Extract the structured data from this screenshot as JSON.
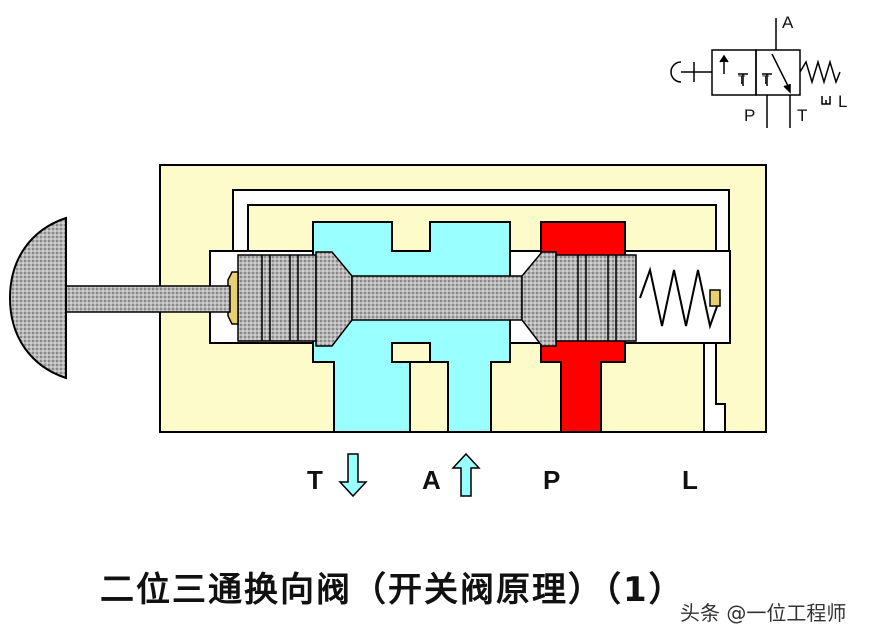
{
  "ports": {
    "T": "T",
    "A": "A",
    "P": "P",
    "L": "L"
  },
  "symbol": {
    "A": "A",
    "P": "P",
    "T_port": "T",
    "L": "L",
    "inner_T_left": "T",
    "inner_T_right": "T"
  },
  "caption": "二位三通换向阀（开关阀原理）（1）",
  "watermark": "头条 @一位工程师",
  "colors": {
    "body": "#fdfbc9",
    "exhaust_fluid": "#99ffff",
    "pressure_fluid": "#ff0000",
    "arrow": "#99ffff"
  },
  "icons": [
    "down-arrow-icon",
    "up-arrow-icon",
    "push-button-icon",
    "spring-icon"
  ]
}
